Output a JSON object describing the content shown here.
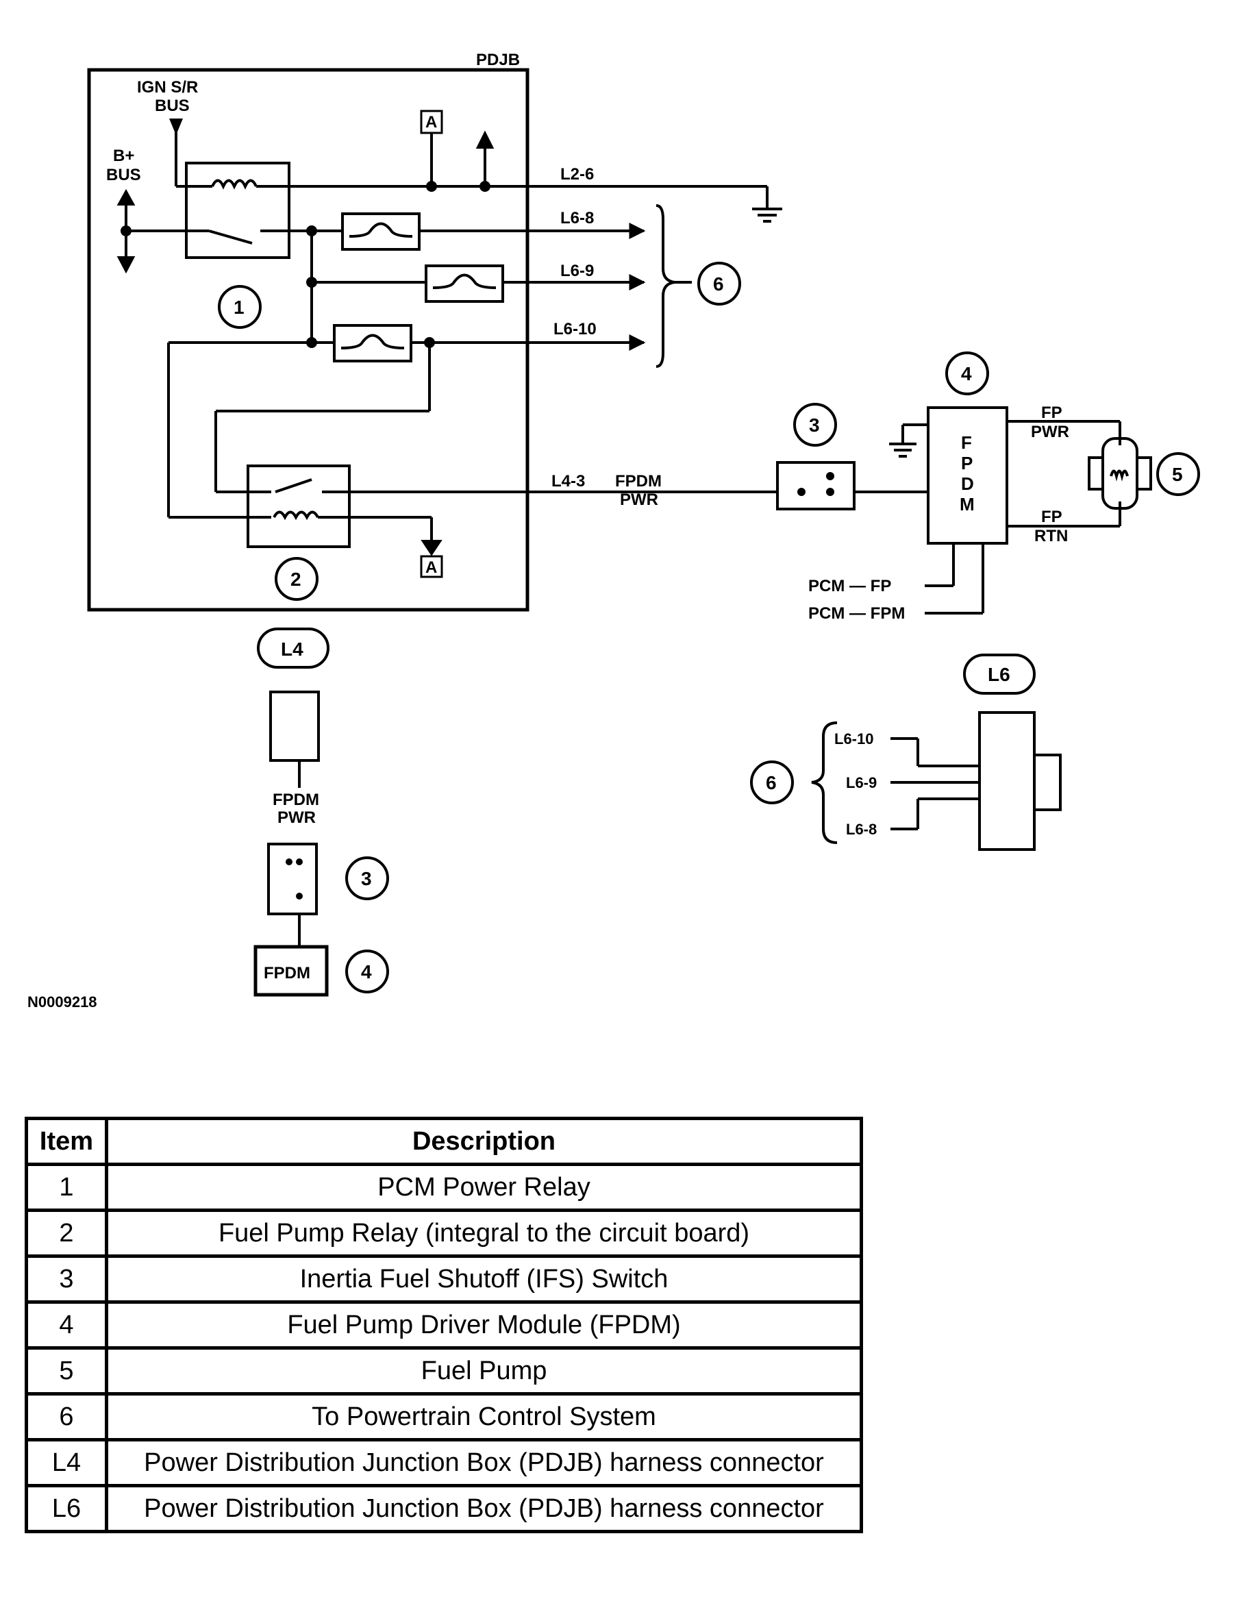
{
  "diagram": {
    "box_label": "PDJB",
    "ign_bus": [
      "IGN S/R",
      "BUS"
    ],
    "bplus_bus": [
      "B+",
      "BUS"
    ],
    "ref_a": "A",
    "circuits": {
      "l2_6": "L2-6",
      "l6_8": "L6-8",
      "l6_9": "L6-9",
      "l6_10": "L6-10",
      "l4_3": "L4-3"
    },
    "fpdm_pwr": [
      "FPDM",
      "PWR"
    ],
    "fpdm_letters": [
      "F",
      "P",
      "D",
      "M"
    ],
    "fp_pwr": [
      "FP",
      "PWR"
    ],
    "fp_rtn": [
      "FP",
      "RTN"
    ],
    "pcm_fp": "PCM — FP",
    "pcm_fpm": "PCM — FPM",
    "callouts": {
      "one": "1",
      "two": "2",
      "three": "3",
      "four": "4",
      "five": "5",
      "six": "6"
    },
    "connector_l4": "L4",
    "connector_l6": "L6",
    "fpdm_box": "FPDM",
    "figure_id": "N0009218"
  },
  "legend": {
    "headers": {
      "item": "Item",
      "description": "Description"
    },
    "rows": [
      {
        "item": "1",
        "description": "PCM Power Relay"
      },
      {
        "item": "2",
        "description": "Fuel Pump Relay (integral to the circuit board)"
      },
      {
        "item": "3",
        "description": "Inertia Fuel Shutoff (IFS) Switch"
      },
      {
        "item": "4",
        "description": "Fuel Pump Driver Module (FPDM)"
      },
      {
        "item": "5",
        "description": "Fuel Pump"
      },
      {
        "item": "6",
        "description": "To Powertrain Control System"
      },
      {
        "item": "L4",
        "description": "Power Distribution Junction Box (PDJB) harness connector"
      },
      {
        "item": "L6",
        "description": "Power Distribution Junction Box (PDJB) harness connector"
      }
    ]
  }
}
